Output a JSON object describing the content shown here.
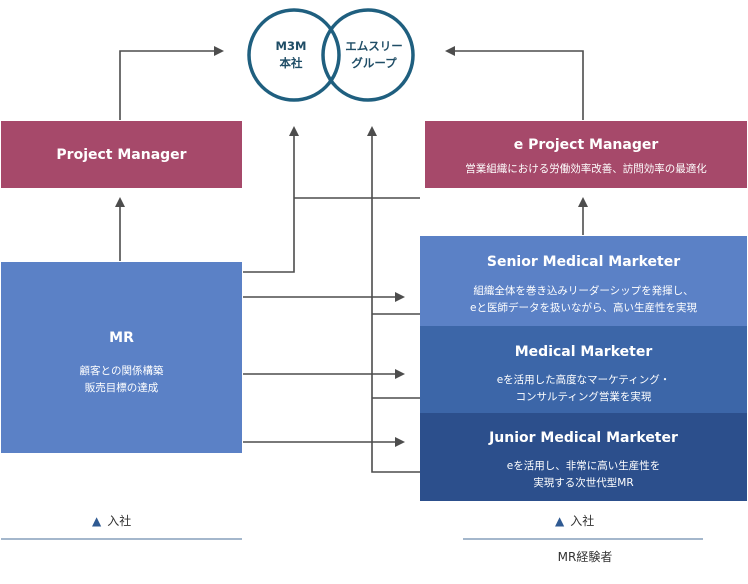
{
  "logo": {
    "left_label": "M3M\n本社",
    "right_label": "エムスリー\nグループ"
  },
  "boxes": {
    "project_manager": {
      "title": "Project Manager"
    },
    "e_project_manager": {
      "title": "e Project Manager",
      "desc": "営業組織における労働効率改善、訪問効率の最適化"
    },
    "mr": {
      "title": "MR",
      "desc": "顧客との関係構築\n販売目標の達成"
    },
    "senior_medical_marketer": {
      "title": "Senior Medical Marketer",
      "desc": "組織全体を巻き込みリーダーシップを発揮し、\neと医師データを扱いながら、高い生産性を実現"
    },
    "medical_marketer": {
      "title": "Medical Marketer",
      "desc": "eを活用した高度なマーケティング・\nコンサルティング営業を実現"
    },
    "junior_medical_marketer": {
      "title": "Junior Medical Marketer",
      "desc": "eを活用し、非常に高い生産性を\n実現する次世代型MR"
    }
  },
  "footer": {
    "left_entry": "入社",
    "right_entry": "入社",
    "right_caption": "MR経験者"
  },
  "colors": {
    "manager": "#a6496a",
    "mr": "#5b81c6",
    "senior": "#5b81c6",
    "medical": "#3c66a8",
    "junior": "#2c4f8c",
    "arrow": "#4d4d4d",
    "circle": "#1f5f7f"
  }
}
